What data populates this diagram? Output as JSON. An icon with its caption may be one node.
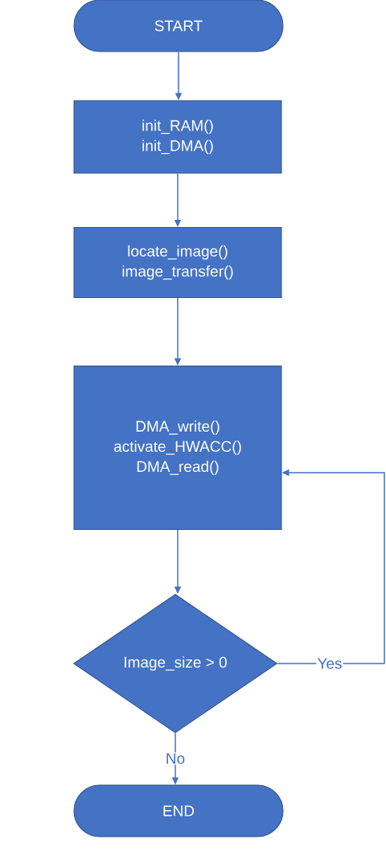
{
  "diagram": {
    "nodes": [
      {
        "text": [
          "START"
        ]
      },
      {
        "text": [
          "init_RAM()",
          "init_DMA()"
        ]
      },
      {
        "text": [
          "locate_image()",
          "image_transfer()"
        ]
      },
      {
        "text": [
          "DMA_write()",
          "activate_HWACC()",
          "DMA_read()"
        ]
      },
      {
        "text": [
          "Image_size > 0"
        ]
      },
      {
        "text": [
          "END"
        ]
      }
    ],
    "edges": [
      {
        "from": 0,
        "to": 1,
        "arrow": "to"
      },
      {
        "from": 1,
        "to": 2,
        "arrow": "to"
      },
      {
        "from": 2,
        "to": 3,
        "arrow": "to"
      },
      {
        "from": 3,
        "to": 4,
        "arrow": "to"
      },
      {
        "from": 4,
        "to": 3,
        "arrow": "to",
        "label": "Yes"
      },
      {
        "from": 4,
        "to": 5,
        "arrow": "to",
        "label": "No"
      }
    ]
  }
}
